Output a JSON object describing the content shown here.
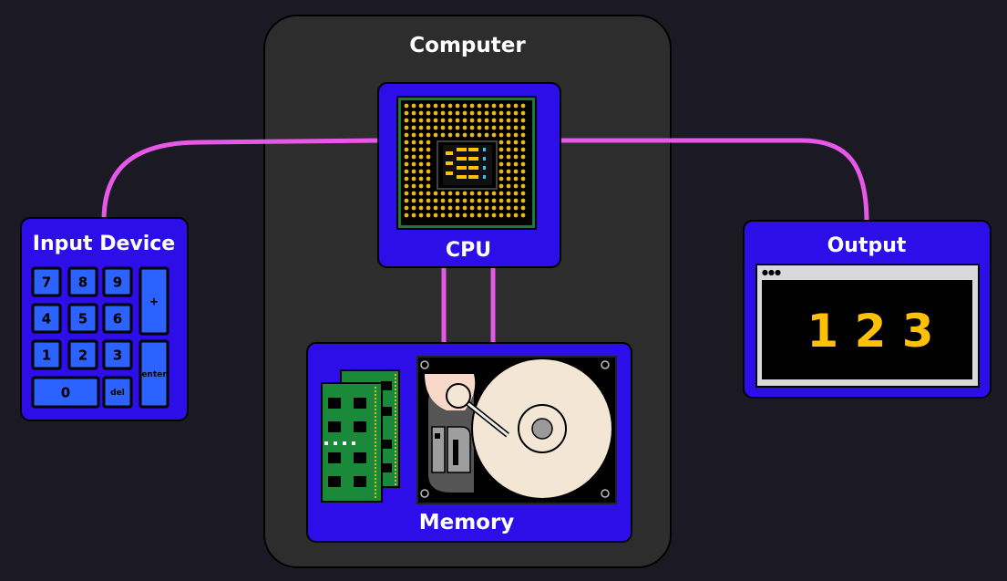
{
  "computer": {
    "label": "Computer"
  },
  "cpu": {
    "label": "CPU"
  },
  "memory": {
    "label": "Memory"
  },
  "input_device": {
    "label": "Input Device",
    "keys": [
      "7",
      "8",
      "9",
      "+",
      "4",
      "5",
      "6",
      "1",
      "2",
      "3",
      "enter",
      "0",
      "del"
    ]
  },
  "output": {
    "label": "Output",
    "display_value": "1 2 3",
    "window_dots": "●●●"
  },
  "colors": {
    "background": "#1b1a24",
    "container": "#2d2d2d",
    "panel": "#2d0ee8",
    "key": "#2c62ff",
    "wire": "#e858e8",
    "display_text": "#ffc107",
    "chip_green": "#1a7a3a",
    "chip_gold": "#e8b320"
  },
  "icons": [
    "keypad-icon",
    "cpu-chip-icon",
    "ram-stick-icon",
    "hard-drive-icon",
    "monitor-window-icon"
  ]
}
